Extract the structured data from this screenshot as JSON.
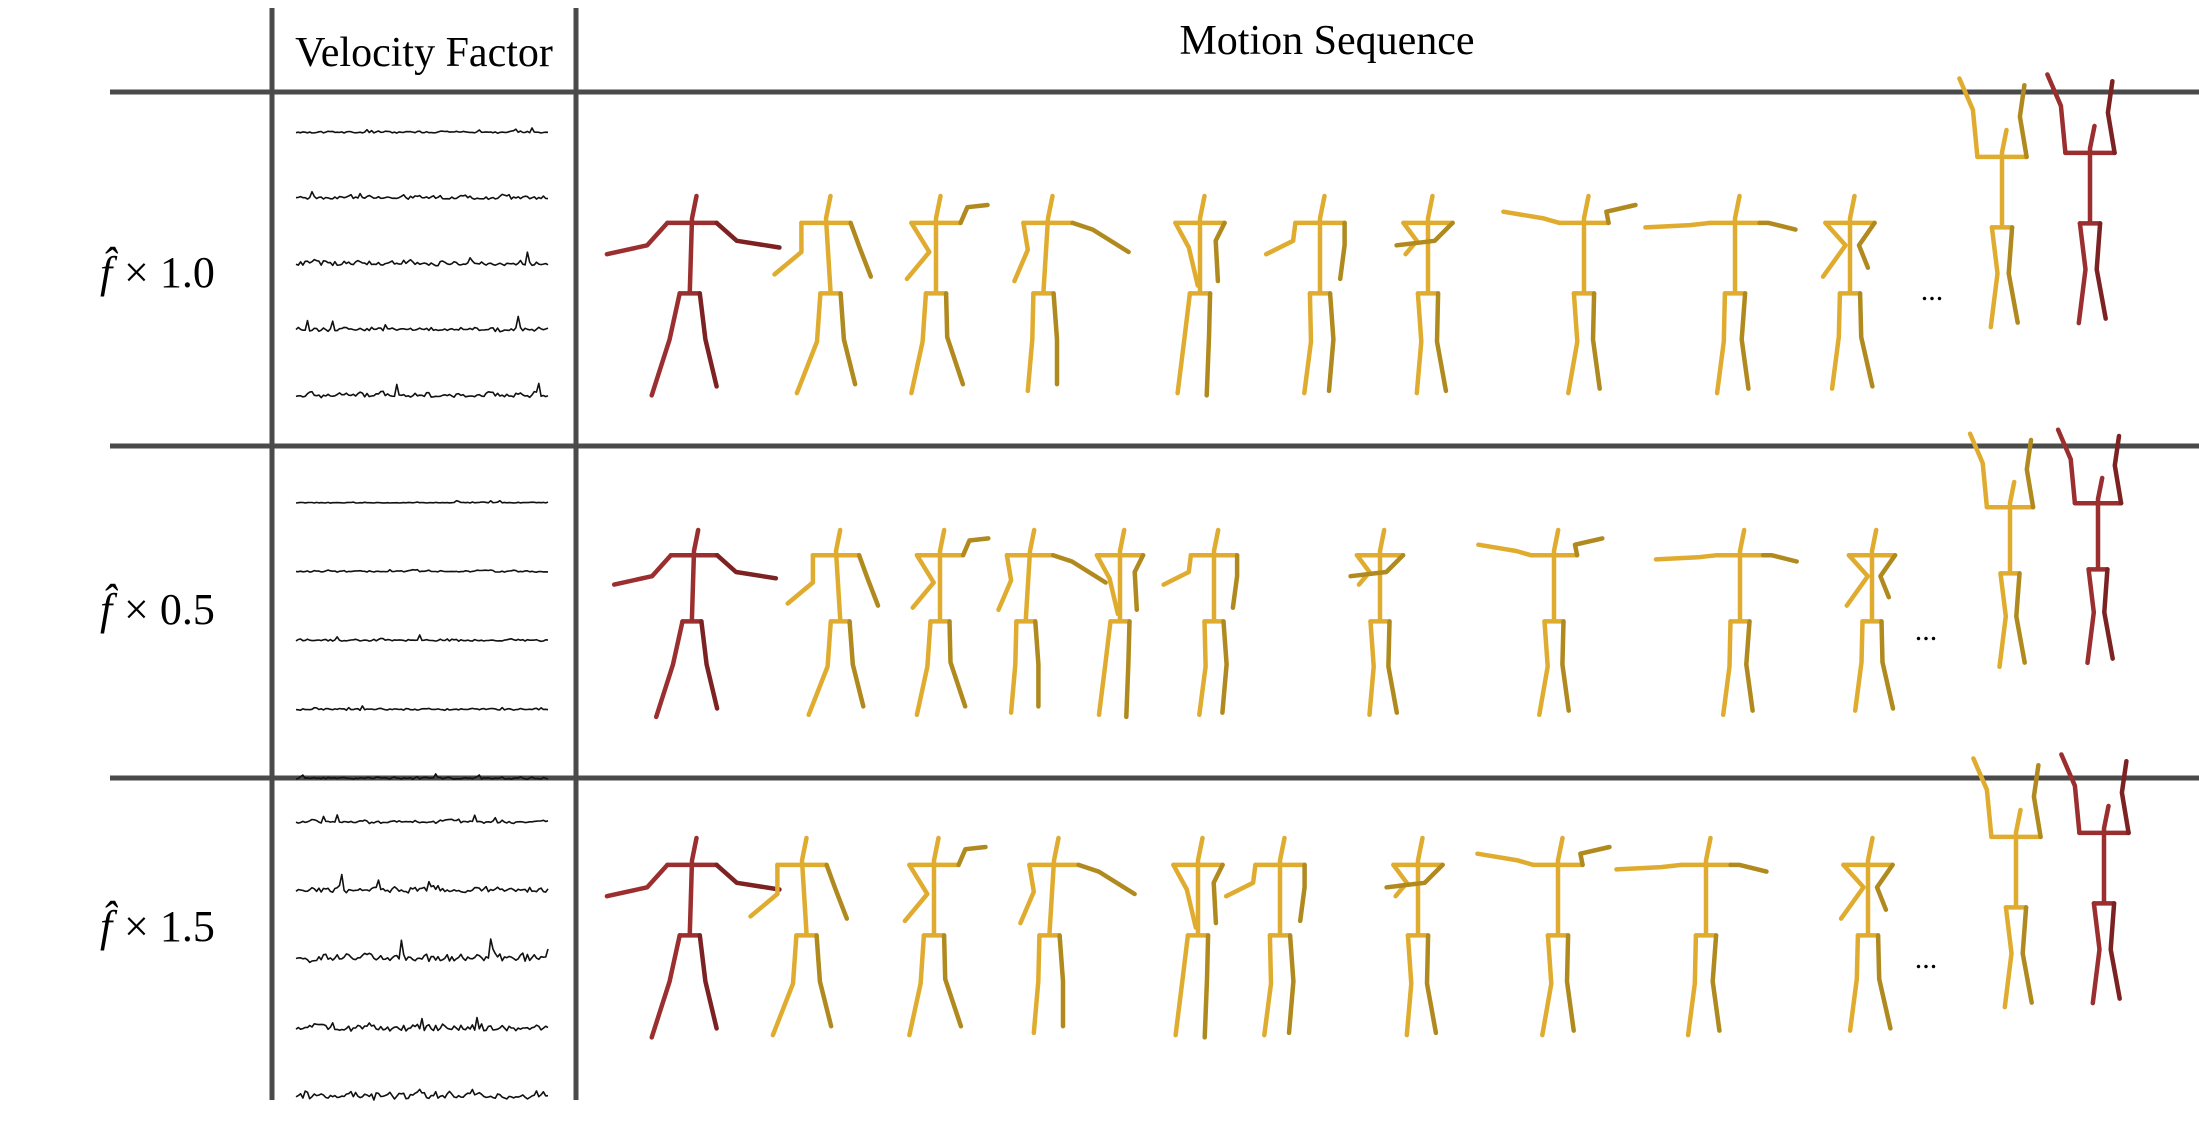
{
  "table": {
    "header_velocity": "Velocity Factor",
    "header_motion": "Motion Sequence",
    "ellipsis": "...",
    "rows": [
      {
        "label_f": "f̂",
        "label_rest": " × 1.0",
        "factor": 1.0
      },
      {
        "label_f": "f̂",
        "label_rest": " × 0.5",
        "factor": 0.5
      },
      {
        "label_f": "f̂",
        "label_rest": " × 1.5",
        "factor": 1.5
      }
    ]
  },
  "colors": {
    "grid": "#4a4a4a",
    "signal": "#111111",
    "keyframe_skeleton": "#9b2f2f",
    "generated_skeleton": "#e0ac2f",
    "generated_skeleton_dark": "#b08a1e"
  }
}
